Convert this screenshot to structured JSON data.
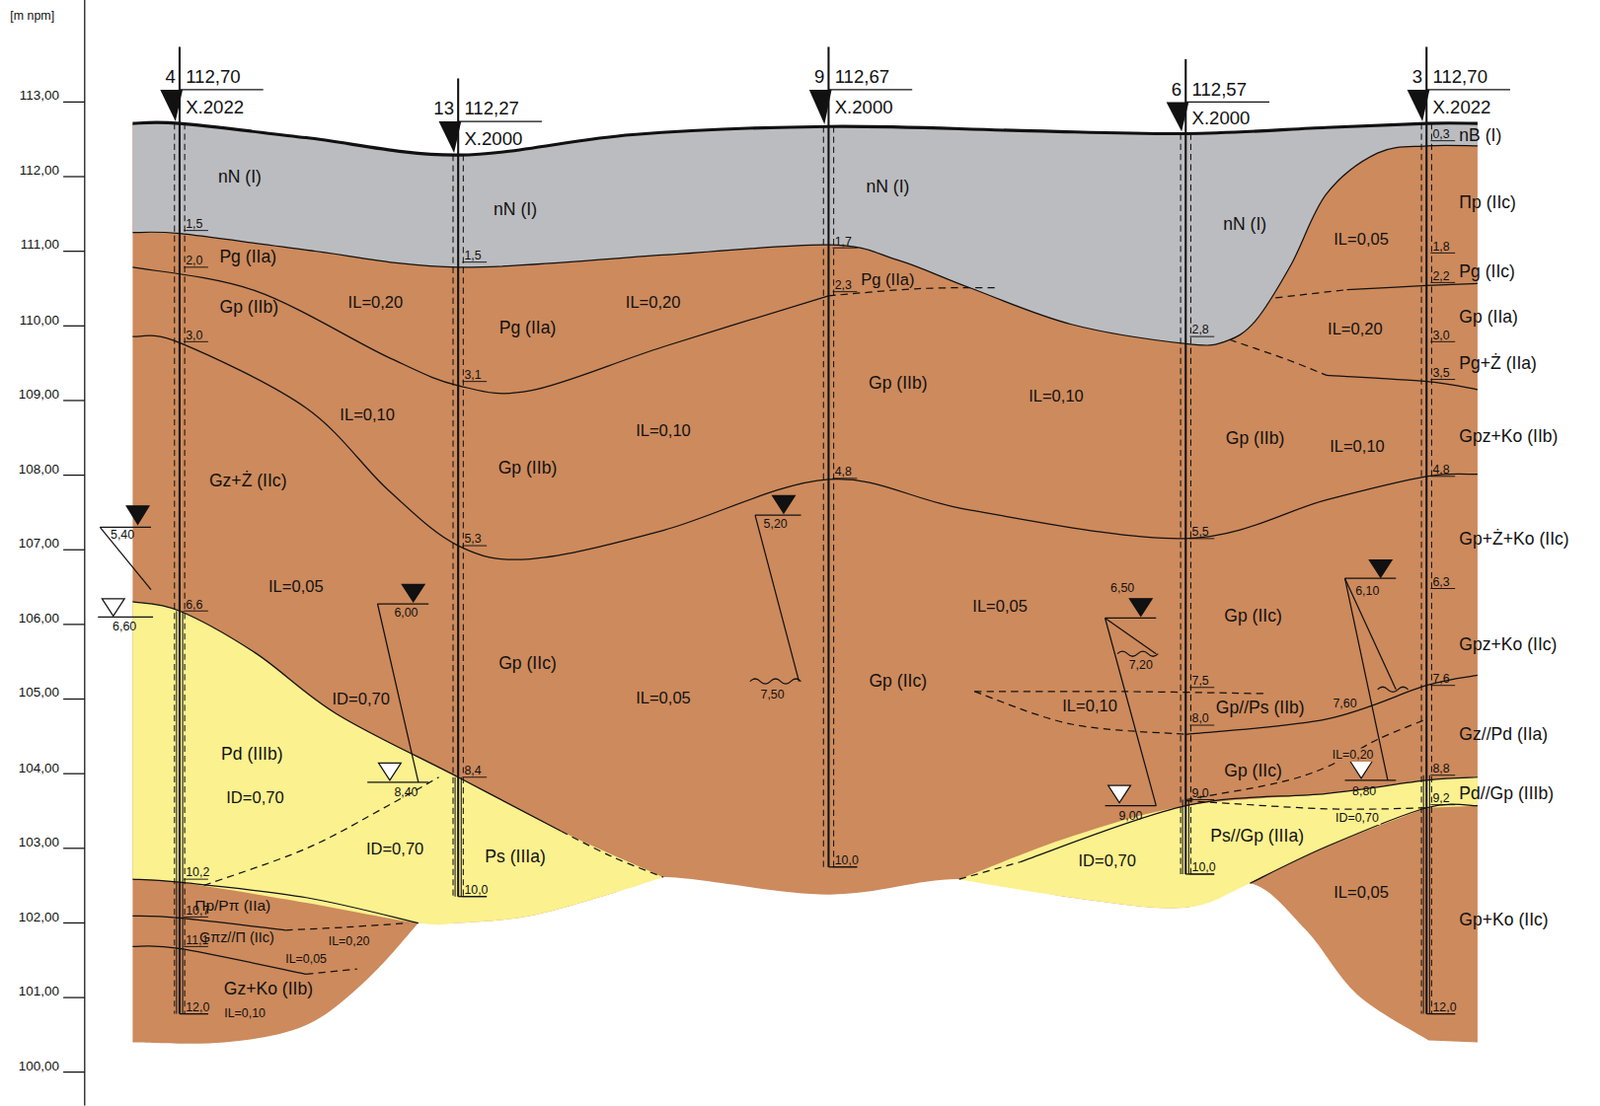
{
  "diagram": {
    "labels": [
      "[m npm]",
      "113,00",
      "112,00",
      "111,00",
      "110,00",
      "109,00",
      "108,00",
      "107,00",
      "106,00",
      "105,00",
      "104,00",
      "103,00",
      "102,00",
      "101,00",
      "100,00",
      "4",
      "112,70",
      "X.2022",
      "13",
      "112,27",
      "X.2000",
      "9",
      "112,67",
      "X.2000",
      "6",
      "112,57",
      "X.2000",
      "3",
      "112,70",
      "X.2022",
      "1,5",
      "2,0",
      "3,0",
      "6,6",
      "10,2",
      "10,7",
      "11,1",
      "12,0",
      "1,5",
      "3,1",
      "5,3",
      "8,4",
      "10,0",
      "1,7",
      "2,3",
      "4,8",
      "10,0",
      "2,8",
      "5,5",
      "7,5",
      "8,0",
      "9,0",
      "10,0",
      "0,3",
      "1,8",
      "2,2",
      "3,0",
      "3,5",
      "4,8",
      "6,3",
      "7,6",
      "8,8",
      "9,2",
      "12,0",
      "nN (I)",
      "nN (I)",
      "nN (I)",
      "nN (I)",
      "nB (I)",
      "Pg (IIa)",
      "Gp (IIb)",
      "IL=0,20",
      "Pg (IIa)",
      "IL=0,20",
      "Pg (IIa)",
      "Πp (IIc)",
      "IL=0,05",
      "Pg (IIc)",
      "Gp (IIa)",
      "IL=0,20",
      "Pg+Ż (IIa)",
      "IL=0,10",
      "IL=0,10",
      "Gp (IIb)",
      "Gp (IIb)",
      "IL=0,10",
      "Gp (IIb)",
      "IL=0,10",
      "Gpz+Ko (IIb)",
      "Gz+Ż (IIc)",
      "Gp+Ż+Ko (IIc)",
      "IL=0,05",
      "IL=0,05",
      "Gp (IIc)",
      "Gpz+Ko (IIc)",
      "Gp (IIc)",
      "Gp (IIc)",
      "IL=0,05",
      "ID=0,70",
      "IL=0,10",
      "Gp//Ps (IIb)",
      "Gz//Pd (IIa)",
      "IL=0,20",
      "Pd (IIIb)",
      "Gp (IIc)",
      "Pd//Gp (IIIb)",
      "ID=0,70",
      "ID=0,70",
      "Ps (IIIa)",
      "Ps//Gp (IIIa)",
      "ID=0,70",
      "ID=0,70",
      "IL=0,05",
      "Πp/Pπ (IIa)",
      "Gp+Ko (IIc)",
      "Gπz//Π (IIc)",
      "IL=0,20",
      "IL=0,05",
      "Gz+Ko (IIb)",
      "IL=0,10",
      "5,40",
      "6,60",
      "6,00",
      "8,40",
      "5,20",
      "7,50",
      "6,50",
      "7,20",
      "9,00",
      "6,10",
      "7,60",
      "8,80"
    ]
  }
}
